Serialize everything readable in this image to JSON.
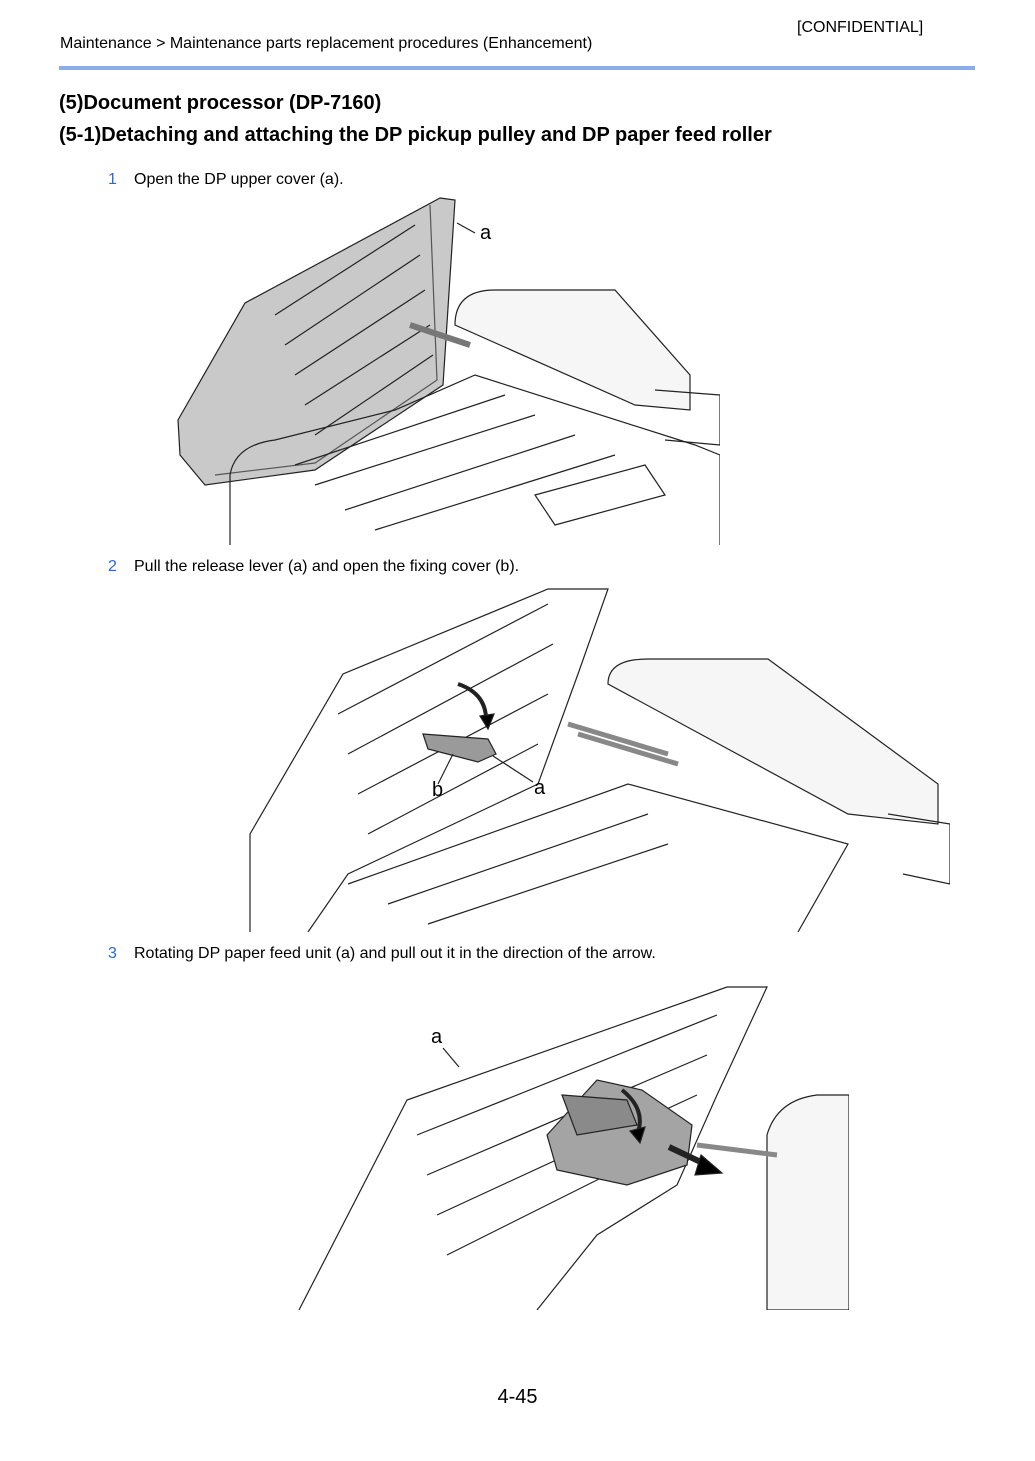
{
  "header": {
    "confidential": "[CONFIDENTIAL]",
    "breadcrumb": "Maintenance > Maintenance parts replacement procedures (Enhancement)",
    "rule_color": "#8aaee6"
  },
  "section": {
    "title": "(5)Document processor (DP-7160)",
    "subtitle": "(5-1)Detaching and attaching the DP pickup pulley and DP paper feed roller"
  },
  "steps": [
    {
      "number": "1",
      "text": "Open the DP upper cover (a).",
      "labels": [
        "a"
      ]
    },
    {
      "number": "2",
      "text": "Pull the release lever (a) and open the fixing cover (b).",
      "labels": [
        "b",
        "a"
      ]
    },
    {
      "number": "3",
      "text": "Rotating DP paper feed unit (a) and pull out it in the direction of the arrow.",
      "labels": [
        "a"
      ]
    }
  ],
  "footer": {
    "page_number": "4-45"
  },
  "colors": {
    "step_number": "#2a6ad8"
  }
}
